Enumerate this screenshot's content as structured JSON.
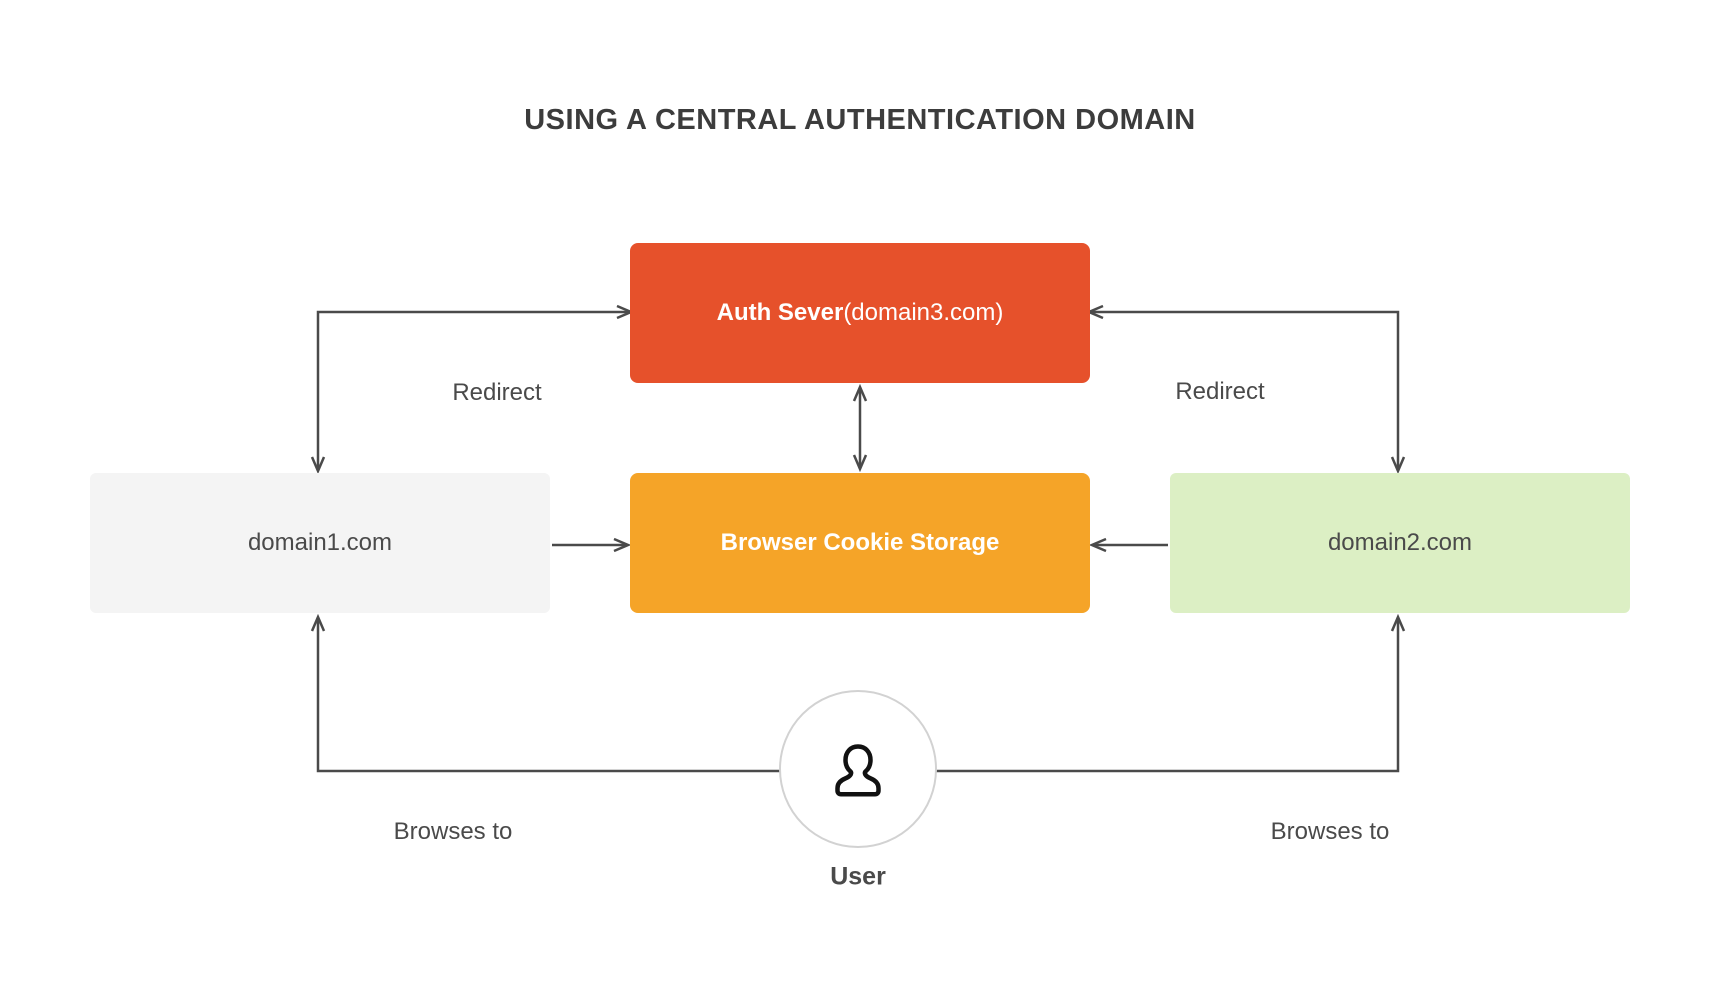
{
  "title": "USING A CENTRAL AUTHENTICATION DOMAIN",
  "nodes": {
    "auth_server": {
      "name": "Auth Sever",
      "domain": " (domain3.com)",
      "bg": "#e6512b",
      "fg": "#ffffff"
    },
    "cookie_storage": {
      "label": "Browser Cookie Storage",
      "bg": "#f5a428",
      "fg": "#ffffff"
    },
    "domain1": {
      "label": "domain1.com",
      "bg": "#f4f4f4",
      "fg": "#4a4a4a"
    },
    "domain2": {
      "label": "domain2.com",
      "bg": "#dcefc4",
      "fg": "#4a4a4a"
    },
    "user": {
      "label": "User",
      "icon": "person-icon"
    }
  },
  "edges": [
    {
      "from": "domain1",
      "to": "auth_server",
      "label": "Redirect",
      "arrowheads": "both-ends"
    },
    {
      "from": "domain2",
      "to": "auth_server",
      "label": "Redirect",
      "arrowheads": "both-ends"
    },
    {
      "from": "auth_server",
      "to": "cookie_storage",
      "label": "",
      "arrowheads": "both-ends"
    },
    {
      "from": "domain1",
      "to": "cookie_storage",
      "label": "",
      "arrowheads": "end"
    },
    {
      "from": "domain2",
      "to": "cookie_storage",
      "label": "",
      "arrowheads": "end"
    },
    {
      "from": "user",
      "to": "domain1",
      "label": "Browses to",
      "arrowheads": "end"
    },
    {
      "from": "user",
      "to": "domain2",
      "label": "Browses to",
      "arrowheads": "end"
    }
  ],
  "colors": {
    "line_color": "#4a4a4a",
    "title_color": "#3c3c3c",
    "label_color": "#4a4a4a",
    "circle_border": "#d2d2d2",
    "icon_color": "#111111",
    "canvas_bg": "#ffffff"
  }
}
